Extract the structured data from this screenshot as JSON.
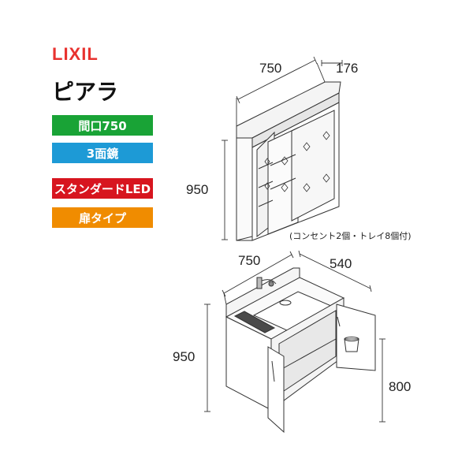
{
  "brand": {
    "logo_text": "LIXIL",
    "logo_color": "#e8322f"
  },
  "product_name": "ピアラ",
  "badges": [
    {
      "label": "間口750",
      "color": "#19a336"
    },
    {
      "label": "3面鏡",
      "color": "#1d9ad6"
    },
    {
      "label": "スタンダードLED",
      "color": "#d7151f"
    },
    {
      "label": "扉タイプ",
      "color": "#f08c00"
    }
  ],
  "mirror_cabinet": {
    "width_label": "750",
    "depth_label": "176",
    "height_label": "950",
    "note": "(コンセント2個・トレイ8個付)"
  },
  "vanity": {
    "width_label": "750",
    "depth_label": "540",
    "height_label": "950",
    "counter_height_label": "800"
  }
}
